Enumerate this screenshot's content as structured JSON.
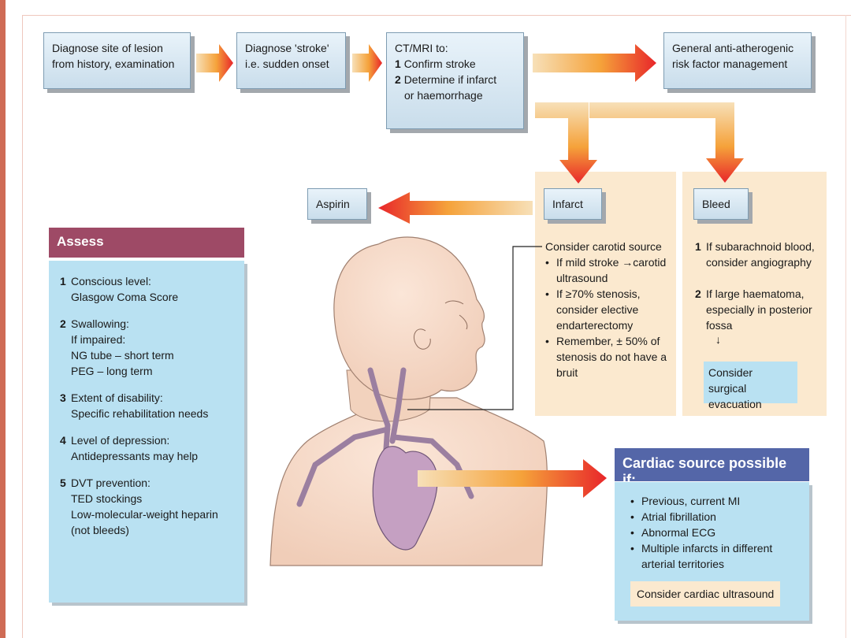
{
  "steps": {
    "lesion_1": "Diagnose site of lesion",
    "lesion_2": "from history, examination",
    "stroke_1": "Diagnose 'stroke'",
    "stroke_2": "i.e. sudden onset",
    "ct_title": "CT/MRI to:",
    "ct_n1": "1",
    "ct_i1": "Confirm stroke",
    "ct_n2": "2",
    "ct_i2a": "Determine if infarct",
    "ct_i2b": "or haemorrhage",
    "risk_1": "General anti-atherogenic",
    "risk_2": "risk factor management"
  },
  "infarct": {
    "label": "Infarct",
    "aspirin": "Aspirin",
    "lead": "Consider carotid source",
    "bullets": [
      [
        "If mild stroke →carotid",
        "ultrasound"
      ],
      [
        "If ≥70% stenosis,",
        "consider elective",
        "endarterectomy"
      ],
      [
        "Remember, ± 50% of",
        "stenosis do not have a",
        "bruit"
      ]
    ]
  },
  "bleed": {
    "label": "Bleed",
    "n1": "1",
    "i1a": "If subarachnoid blood,",
    "i1b": "consider angiography",
    "n2": "2",
    "i2a": "If large haematoma,",
    "i2b": "especially in posterior",
    "i2c": "fossa",
    "down": "↓",
    "surg_1": "Consider surgical",
    "surg_2": "evacuation"
  },
  "assess": {
    "title": "Assess",
    "items": [
      {
        "n": "1",
        "lines": [
          "Conscious level:",
          "Glasgow Coma Score"
        ]
      },
      {
        "n": "2",
        "lines": [
          "Swallowing:",
          "If impaired:",
          "NG tube – short term",
          "PEG – long term"
        ]
      },
      {
        "n": "3",
        "lines": [
          "Extent of disability:",
          "Specific rehabilitation needs"
        ]
      },
      {
        "n": "4",
        "lines": [
          "Level of depression:",
          "Antidepressants may help"
        ]
      },
      {
        "n": "5",
        "lines": [
          "DVT prevention:",
          "TED stockings",
          "Low-molecular-weight heparin",
          "(not bleeds)"
        ]
      }
    ]
  },
  "cardiac": {
    "title": "Cardiac source possible if:",
    "bullets": [
      [
        "Previous, current MI"
      ],
      [
        "Atrial fibrillation"
      ],
      [
        "Abnormal ECG"
      ],
      [
        "Multiple infarcts in different",
        "arterial territories"
      ]
    ],
    "note": "Consider cardiac ultrasound"
  },
  "colors": {
    "arrow_start": "#f7e0b8",
    "arrow_mid": "#f5a23a",
    "arrow_end": "#e8262a",
    "assess_header": "#9e4a66",
    "cardiac_header": "#5466a8",
    "panel": "#fbe9cf",
    "light_blue": "#b9e1f2"
  }
}
